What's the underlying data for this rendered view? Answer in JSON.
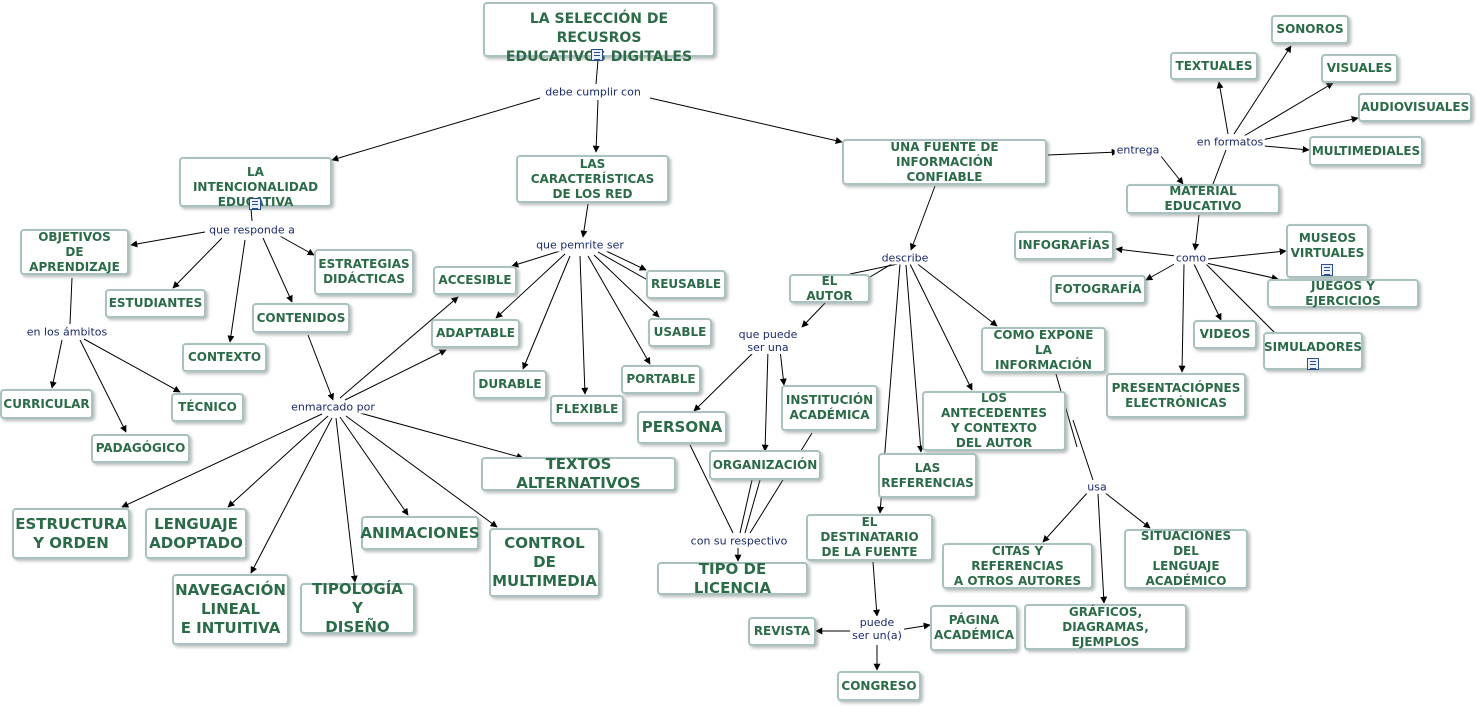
{
  "concepts": {
    "title": "LA SELECCIÓN DE RECUSROS\nEDUCATIVOS DIGITALES",
    "intencionalidad": "LA INTENCIONALIDAD\nEDUCATIVA",
    "caracteristicas": "LAS CARACTERÍSTICAS\nDE LOS RED",
    "fuente": "UNA FUENTE DE INFORMACIÓN\nCONFIABLE",
    "material": "MATERIAL EDUCATIVO",
    "textuales": "TEXTUALES",
    "sonoros": "SONOROS",
    "visuales": "VISUALES",
    "audiovisuales": "AUDIOVISUALES",
    "multimediales": "MULTIMEDIALES",
    "objetivos": "OBJETIVOS DE\nAPRENDIZAJE",
    "estudiantes": "ESTUDIANTES",
    "estrategias": "ESTRATEGIAS\nDIDÁCTICAS",
    "contenidos": "CONTENIDOS",
    "contexto": "CONTEXTO",
    "curricular": "CURRICULAR",
    "tecnico": "TÉCNICO",
    "padagogico": "PADAGÓGICO",
    "accesible": "ACCESIBLE",
    "adaptable": "ADAPTABLE",
    "reusable": "REUSABLE",
    "usable": "USABLE",
    "durable": "DURABLE",
    "portable": "PORTABLE",
    "flexible": "FLEXIBLE",
    "textos_alt": "TEXTOS ALTERNATIVOS",
    "estructura": "ESTRUCTURA\nY ORDEN",
    "lenguaje": "LENGUAJE\nADOPTADO",
    "animaciones": "ANIMACIONES",
    "control": "CONTROL\nDE\nMULTIMEDIA",
    "navegacion": "NAVEGACIÓN\nLINEAL\nE INTUITIVA",
    "tipologia": "TIPOLOGÍA Y\nDISEÑO",
    "autor": "EL AUTOR",
    "persona": "PERSONA",
    "institucion": "INSTITUCIÓN\nACADÉMICA",
    "organizacion": "ORGANIZACIÓN",
    "licencia": "TIPO DE LICENCIA",
    "como_expone": "COMO EXPONE\nLA INFORMACIÓN",
    "antecedentes": "LOS ANTECEDENTES\nY CONTEXTO\nDEL AUTOR",
    "referencias": "LAS\nREFERENCIAS",
    "destinatario": "EL DESTINATARIO\nDE LA FUENTE",
    "revista": "REVISTA",
    "pagina": "PÁGINA\nACADÉMICA",
    "congreso": "CONGRESO",
    "citas": "CITAS Y REFERENCIAS\nA OTROS AUTORES",
    "situaciones": "SITUACIONES DEL\nLENGUAJE\nACADÉMICO",
    "graficos": "GRÁFICOS, DIAGRAMAS,\nEJEMPLOS",
    "infografias": "INFOGRAFÍAS",
    "museos": "MUSEOS\nVIRTUALES",
    "fotografia": "FOTOGRAFÍA",
    "juegos": "JUEGOS Y EJERCICIOS",
    "videos": "VIDEOS",
    "simuladores": "SIMULADORES",
    "presentaciones": "PRESENTACIÓPNES\nELECTRÓNICAS"
  },
  "phrases": {
    "debe": "debe cumplir con",
    "responde": "que responde a",
    "ambitos": "en los ámbitos",
    "permite": "que pemrite ser",
    "enmarcado": "enmarcado por",
    "entrega": "entrega",
    "formatos": "en formatos",
    "como": "como",
    "describe": "describe",
    "puede_ser": "que puede\nser una",
    "respectivo": "con su respectivo",
    "usa": "usa",
    "puede_un": "puede\nser un(a)"
  },
  "colors": {
    "concept_text": "#2c6b48",
    "concept_border": "#a9c2bf",
    "phrase_text": "#1a2a6c",
    "edge": "#000000"
  },
  "icons": [
    "document-icon"
  ]
}
